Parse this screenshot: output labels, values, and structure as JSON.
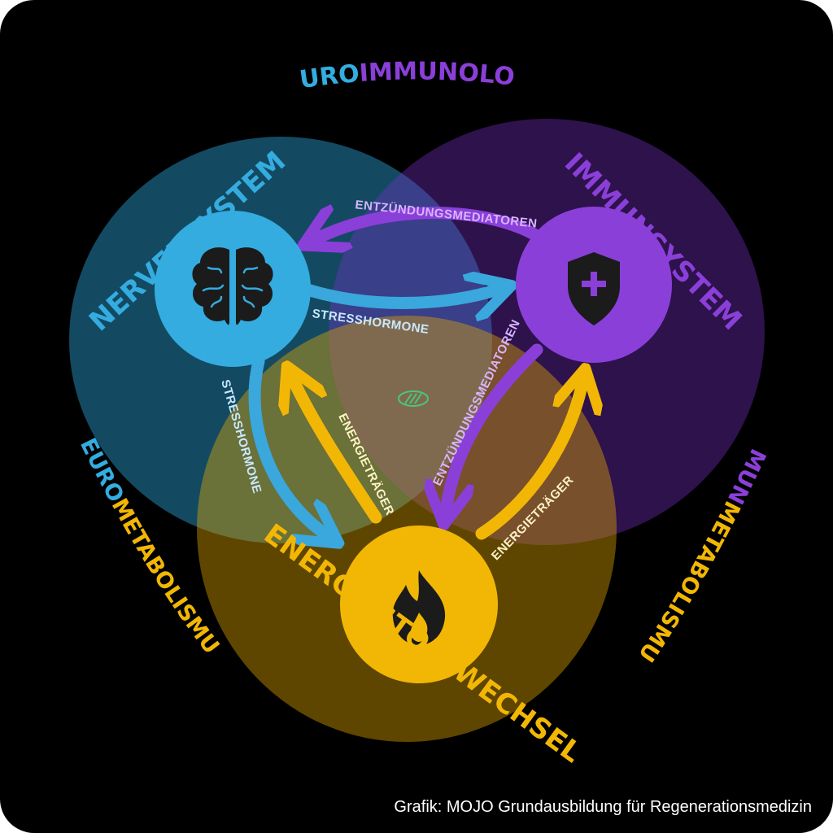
{
  "top_heading": {
    "part1": "NEURO",
    "part2": "IMMUNOLOGIE"
  },
  "left_heading": {
    "part1": "NEURO",
    "part2": "METABOLISMUS"
  },
  "right_heading": {
    "part1": "IMMUN",
    "part2": "METABOLISMUS"
  },
  "nodes": {
    "nervous": {
      "label": "NERVENSYSTEM",
      "icon": "brain-icon"
    },
    "immune": {
      "label": "IMMUNSYSTEM",
      "icon": "shield-plus-icon"
    },
    "energy": {
      "label": "ENERGIESTOFFWECHSEL",
      "icon": "flame-icon"
    }
  },
  "arrows": {
    "immune_to_nervous": "ENTZÜNDUNGSMEDIATOREN",
    "nervous_to_immune": "STRESSHORMONE",
    "nervous_to_energy": "STRESSHORMONE",
    "energy_to_nervous": "ENERGIETRÄGER",
    "immune_to_energy": "ENTZÜNDUNGSMEDIATOREN",
    "energy_to_immune": "ENERGIETRÄGER"
  },
  "credit": "Grafik: MOJO Grundausbildung für Regenerationsmedizin",
  "colors": {
    "background": "#000000",
    "nervous": "#34ace0",
    "immune": "#8b3fd9",
    "energy": "#f2b705",
    "center_mark": "#46c878"
  }
}
